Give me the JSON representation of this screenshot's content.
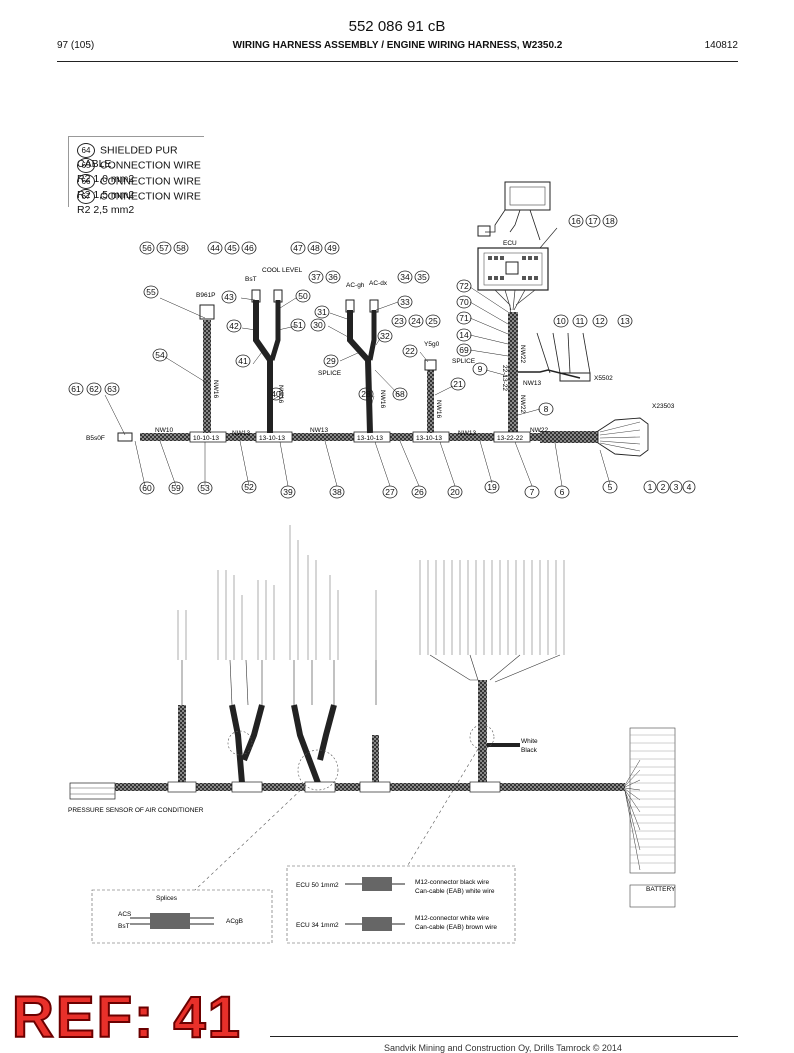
{
  "header": {
    "doc_number": "552 086 91 cB",
    "page": "97 (105)",
    "title": "WIRING HARNESS ASSEMBLY / ENGINE WIRING HARNESS, W2350.2",
    "date": "140812"
  },
  "legend": [
    {
      "num": "64",
      "text": "SHIELDED PUR CABLE"
    },
    {
      "num": "65",
      "text": "CONNECTION WIRE R2 1,0 mm2"
    },
    {
      "num": "66",
      "text": "CONNECTION WIRE R2 1,5 mm2"
    },
    {
      "num": "67",
      "text": "CONNECTION WIRE R2 2,5 mm2"
    }
  ],
  "diagram_labels": {
    "ecu": "ECU",
    "bst": "BsT",
    "cool_level": "COOL LEVEL",
    "ac_gh": "AC-gh",
    "ac_dx": "AC-dx",
    "b961p": "B961P",
    "y5g0": "Y5g0",
    "splice": "SPLICE",
    "x5502": "X5502",
    "x23503": "X23503",
    "b5s0f": "B5s0F",
    "nw10": "NW10",
    "nw13": "NW13",
    "nw22": "NW22",
    "nw16": "NW16",
    "seg_1": "10-10-13",
    "seg_2": "13-10-13",
    "seg_3": "13-10-13",
    "seg_4": "13-10-13",
    "seg_5": "13-22-22",
    "seg_6": "22-13-22"
  },
  "callouts": {
    "c16": "16",
    "c17": "17",
    "c18": "18",
    "c56": "56",
    "c57": "57",
    "c58": "58",
    "c44": "44",
    "c45": "45",
    "c46": "46",
    "c47": "47",
    "c48": "48",
    "c49": "49",
    "c37": "37",
    "c36": "36",
    "c34": "34",
    "c35": "35",
    "c72": "72",
    "c55": "55",
    "c43": "43",
    "c50": "50",
    "c33": "33",
    "c70": "70",
    "c31": "31",
    "c71": "71",
    "c10": "10",
    "c11": "11",
    "c12": "12",
    "c13": "13",
    "c42": "42",
    "c51": "51",
    "c30": "30",
    "c23": "23",
    "c24": "24",
    "c25": "25",
    "c32": "32",
    "c14": "14",
    "c22": "22",
    "c69": "69",
    "c54": "54",
    "c41": "41",
    "c29": "29",
    "c9": "9",
    "c61": "61",
    "c62": "62",
    "c63": "63",
    "c40": "40",
    "c28": "28",
    "c68": "68",
    "c21": "21",
    "c8": "8",
    "c60": "60",
    "c59": "59",
    "c53": "53",
    "c52": "52",
    "c39": "39",
    "c38": "38",
    "c27": "27",
    "c26": "26",
    "c20": "20",
    "c19": "19",
    "c7": "7",
    "c6": "6",
    "c5": "5",
    "c1": "1",
    "c2": "2",
    "c3": "3",
    "c4": "4"
  },
  "lower": {
    "pressure_sensor": "PRESSURE SENSOR OF AIR CONDITIONER",
    "splices_title": "Splices",
    "acs": "ACS",
    "bst2": "BsT",
    "acgb": "ACgB",
    "ecu50": "ECU 50  1mm2",
    "ecu34": "ECU 34  1mm2",
    "m12_black": "M12-connector black wire",
    "can_white": "Can-cable (EAB) white wire",
    "m12_white": "M12-connector white wire",
    "can_brown": "Can-cable (EAB) brown wire",
    "white": "White",
    "black": "Black",
    "battery": "BATTERY"
  },
  "stamp": "REF: 41",
  "footer": "Sandvik Mining and Construction Oy, Drills Tamrock © 2014"
}
